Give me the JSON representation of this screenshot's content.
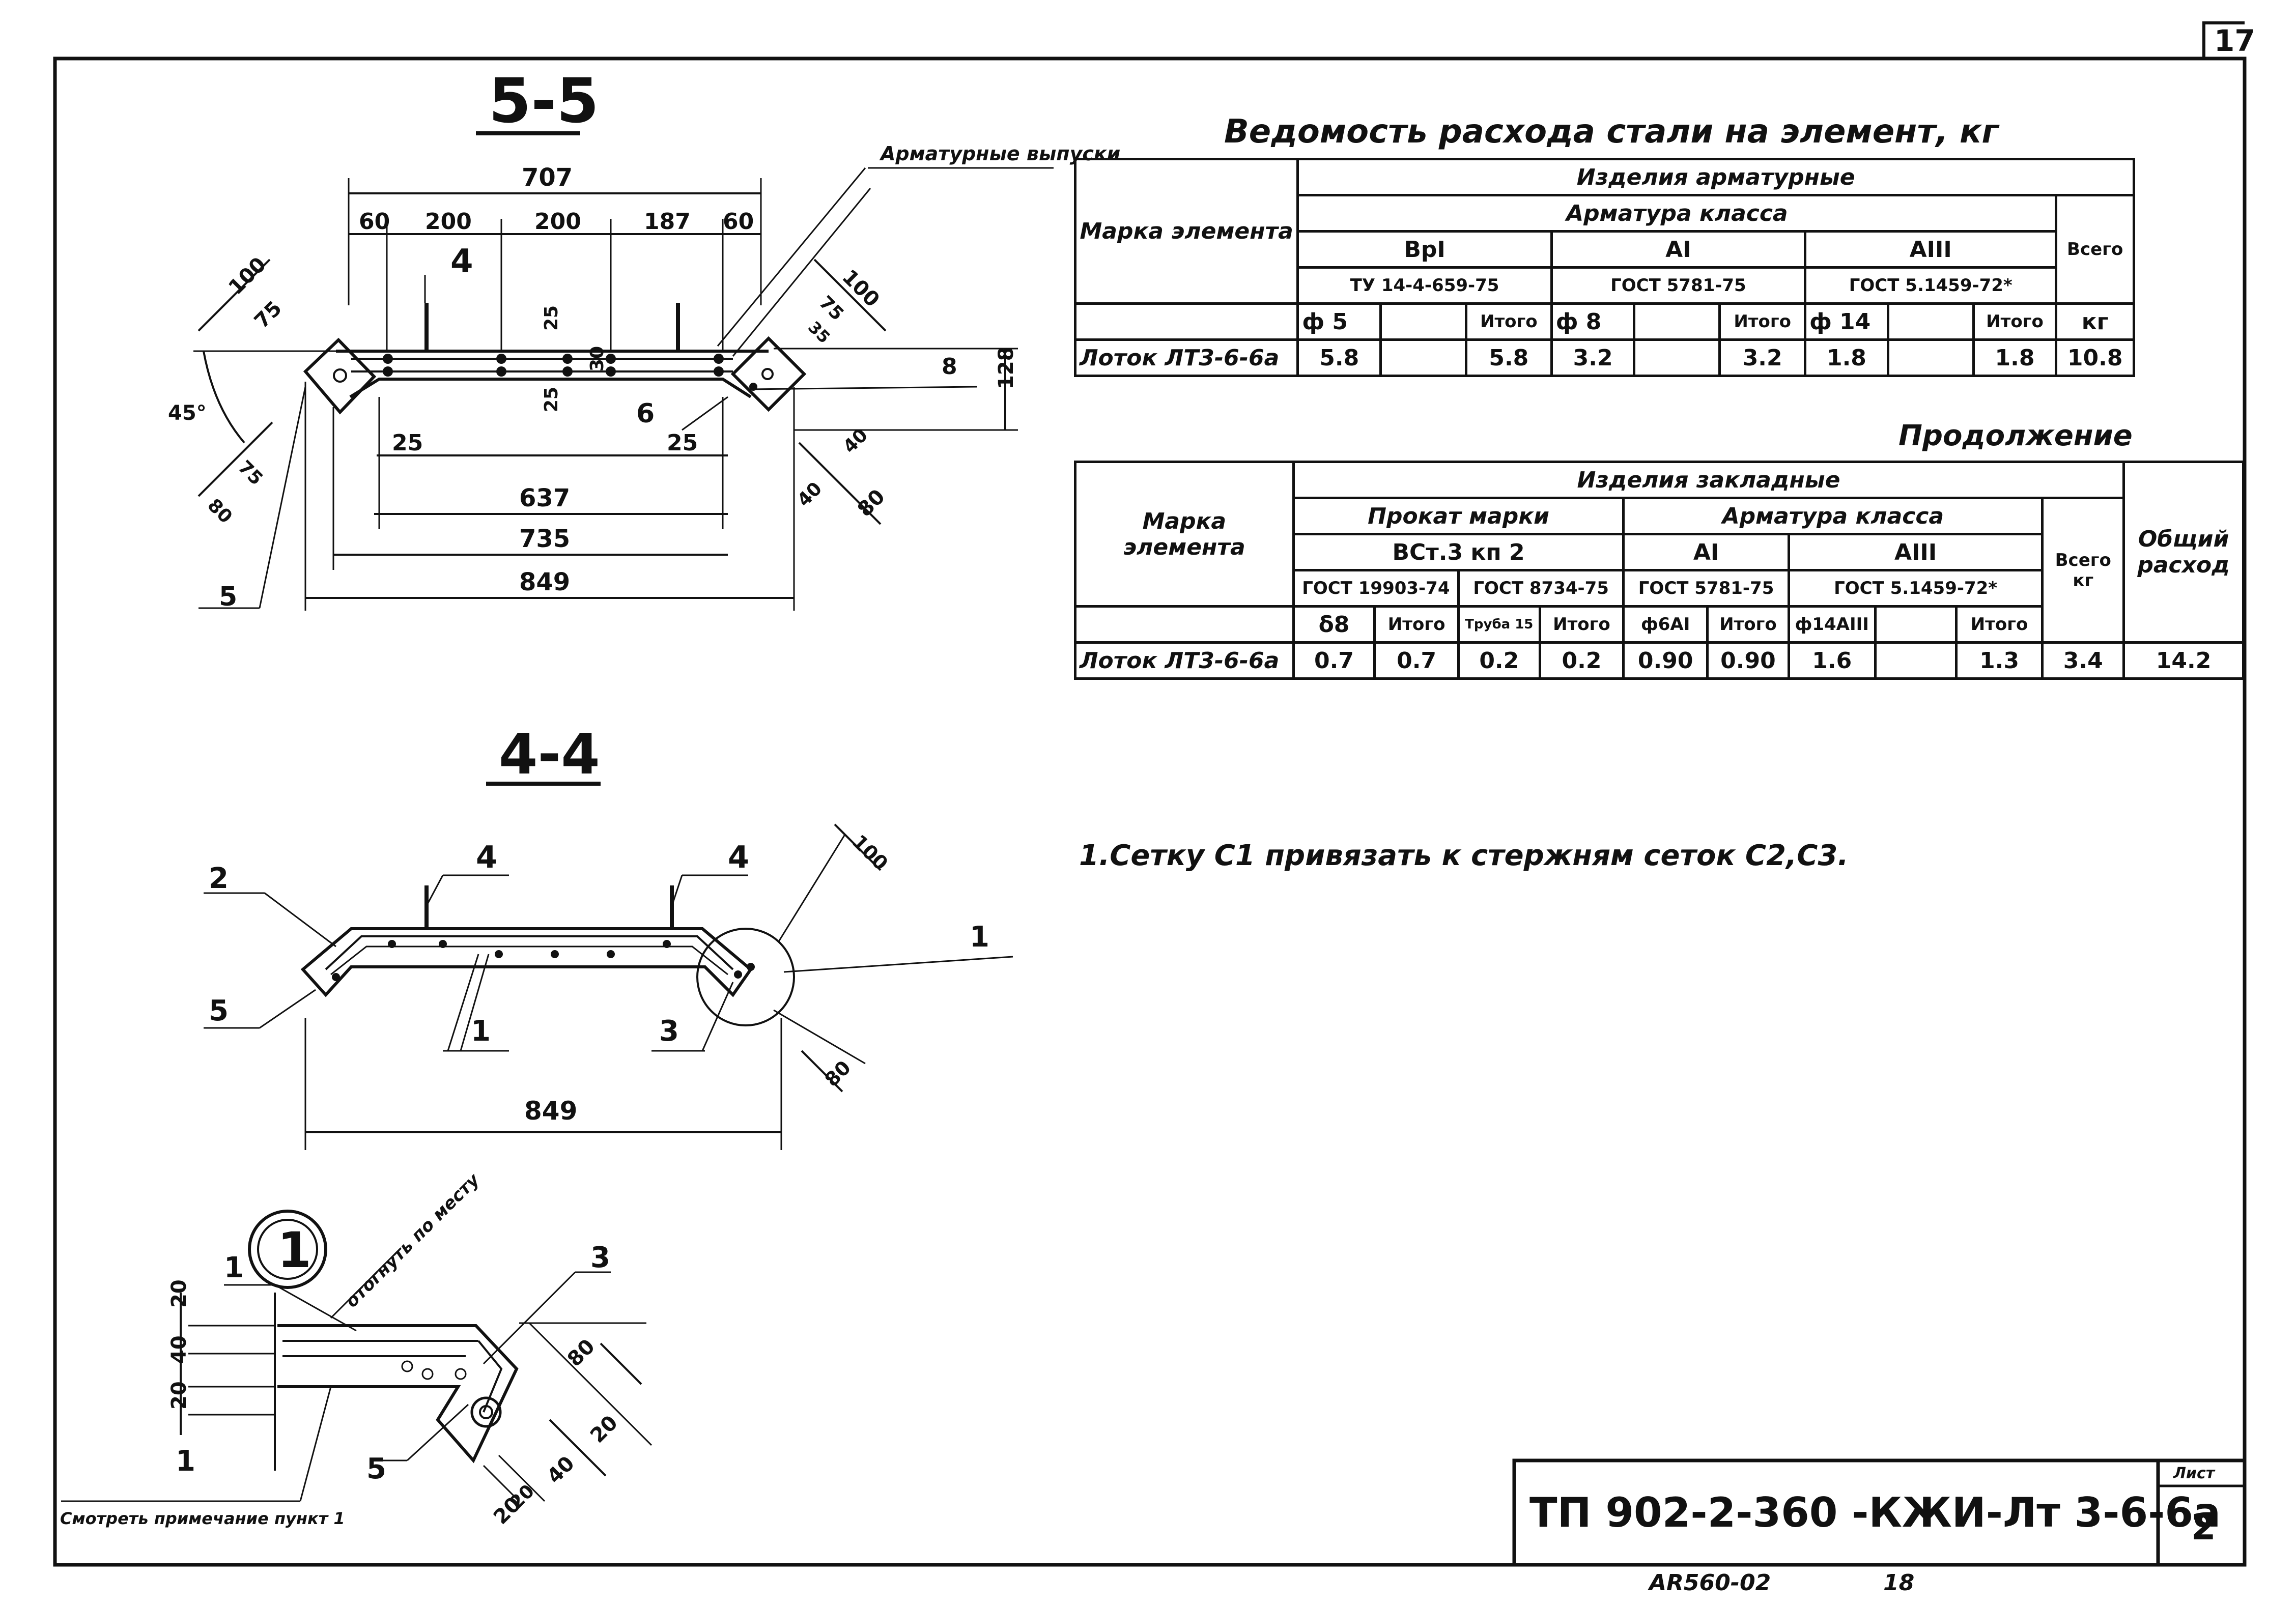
{
  "sheet": {
    "corner_number": "17",
    "title_block": {
      "code": "ТП 902-2-360 -КЖИ-Лт 3-6-6а",
      "sheet_label": "Лист",
      "sheet_number": "2"
    },
    "archive_number": "AR560-02",
    "archive_page": "18"
  },
  "section_5_5": {
    "title": "5-5",
    "annotation": "Арматурные выпуски",
    "dims": {
      "d707": "707",
      "d60a": "60",
      "d200a": "200",
      "d200b": "200",
      "d187": "187",
      "d60b": "60",
      "d100a": "100",
      "d75a": "75",
      "d100b": "100",
      "d75b": "75",
      "d35": "35",
      "d25v1": "25",
      "d30": "30",
      "d25v2": "25",
      "d8": "8",
      "d128": "128",
      "angle": "45°",
      "d75c": "75",
      "d80a": "80",
      "d25a": "25",
      "d25b": "25",
      "d40a": "40",
      "d40b": "40",
      "d80b": "80",
      "d637": "637",
      "d735": "735",
      "d849": "849"
    },
    "marks": {
      "m4": "4",
      "m6": "6",
      "m5": "5"
    }
  },
  "section_4_4": {
    "title": "4-4",
    "marks": {
      "m2": "2",
      "m4a": "4",
      "m4b": "4",
      "m1a": "1",
      "m1b": "1",
      "m5": "5",
      "m3": "3"
    },
    "dims": {
      "d100": "100",
      "d80": "80",
      "d849": "849"
    }
  },
  "detail_1": {
    "circle_label": "1",
    "bend_note": "отогнуть по месту",
    "marks": {
      "m1top": "1",
      "m3": "3",
      "m5": "5",
      "m1bottom": "1"
    },
    "dims": {
      "d20a": "20",
      "d40": "40",
      "d20b": "20",
      "d80": "80",
      "d20c": "20",
      "d40b": "40",
      "d20d": "20",
      "d20e": "20"
    },
    "note_ref": "Смотреть примечание пункт 1"
  },
  "steel_table": {
    "title": "Ведомость расхода стали на элемент, кг",
    "h_element": "Марка элемента",
    "h_group": "Изделия арматурные",
    "h_class": "Арматура класса",
    "h_bpi": "ВрI",
    "h_ai": "АI",
    "h_aiii": "АIII",
    "h_std_bpi": "ТУ 14-4-659-75",
    "h_std_ai": "ГОСТ 5781-75",
    "h_std_aiii": "ГОСТ 5.1459-72*",
    "h_total": "Всего",
    "h_d5": "ф 5",
    "h_itogo1": "Итого",
    "h_d8": "ф 8",
    "h_itogo2": "Итого",
    "h_d14": "ф 14",
    "h_itogo3": "Итого",
    "h_kg": "кг",
    "row": {
      "name": "Лоток ЛТ3-6-6а",
      "v1": "5.8",
      "v2": "",
      "v3": "5.8",
      "v4": "3.2",
      "v5": "",
      "v6": "3.2",
      "v7": "1.8",
      "v8": "",
      "v9": "1.8",
      "v10": "10.8"
    }
  },
  "continuation": "Продолжение",
  "embedded_table": {
    "h_element": "Марка элемента",
    "h_group": "Изделия закладные",
    "h_rolled": "Прокат марки",
    "h_class": "Арматура класса",
    "h_steel": "ВСт.3 кп 2",
    "h_ai": "АI",
    "h_aiii": "АIII",
    "h_total": "Всего кг",
    "h_overall": "Общий расход",
    "h_std1": "ГОСТ 19903-74",
    "h_std2": "ГОСТ 8734-75",
    "h_std3": "ГОСТ 5781-75",
    "h_std4": "ГОСТ 5.1459-72*",
    "h_s8": "δ8",
    "h_itogo1": "Итого",
    "h_pipe": "Труба 15",
    "h_itogo2": "Итого",
    "h_d6": "ф6АI",
    "h_itogo3": "Итого",
    "h_d14": "ф14АIII",
    "h_itogo4": "Итого",
    "row": {
      "name": "Лоток ЛТ3-6-6а",
      "v1": "0.7",
      "v2": "0.7",
      "v3": "0.2",
      "v4": "0.2",
      "v5": "0.90",
      "v6": "0.90",
      "v7": "1.6",
      "v8": "",
      "v9": "1.3",
      "v10": "3.4",
      "v11": "14.2"
    }
  },
  "note": "1.Сетку С1 привязать к стержням сеток С2,С3."
}
